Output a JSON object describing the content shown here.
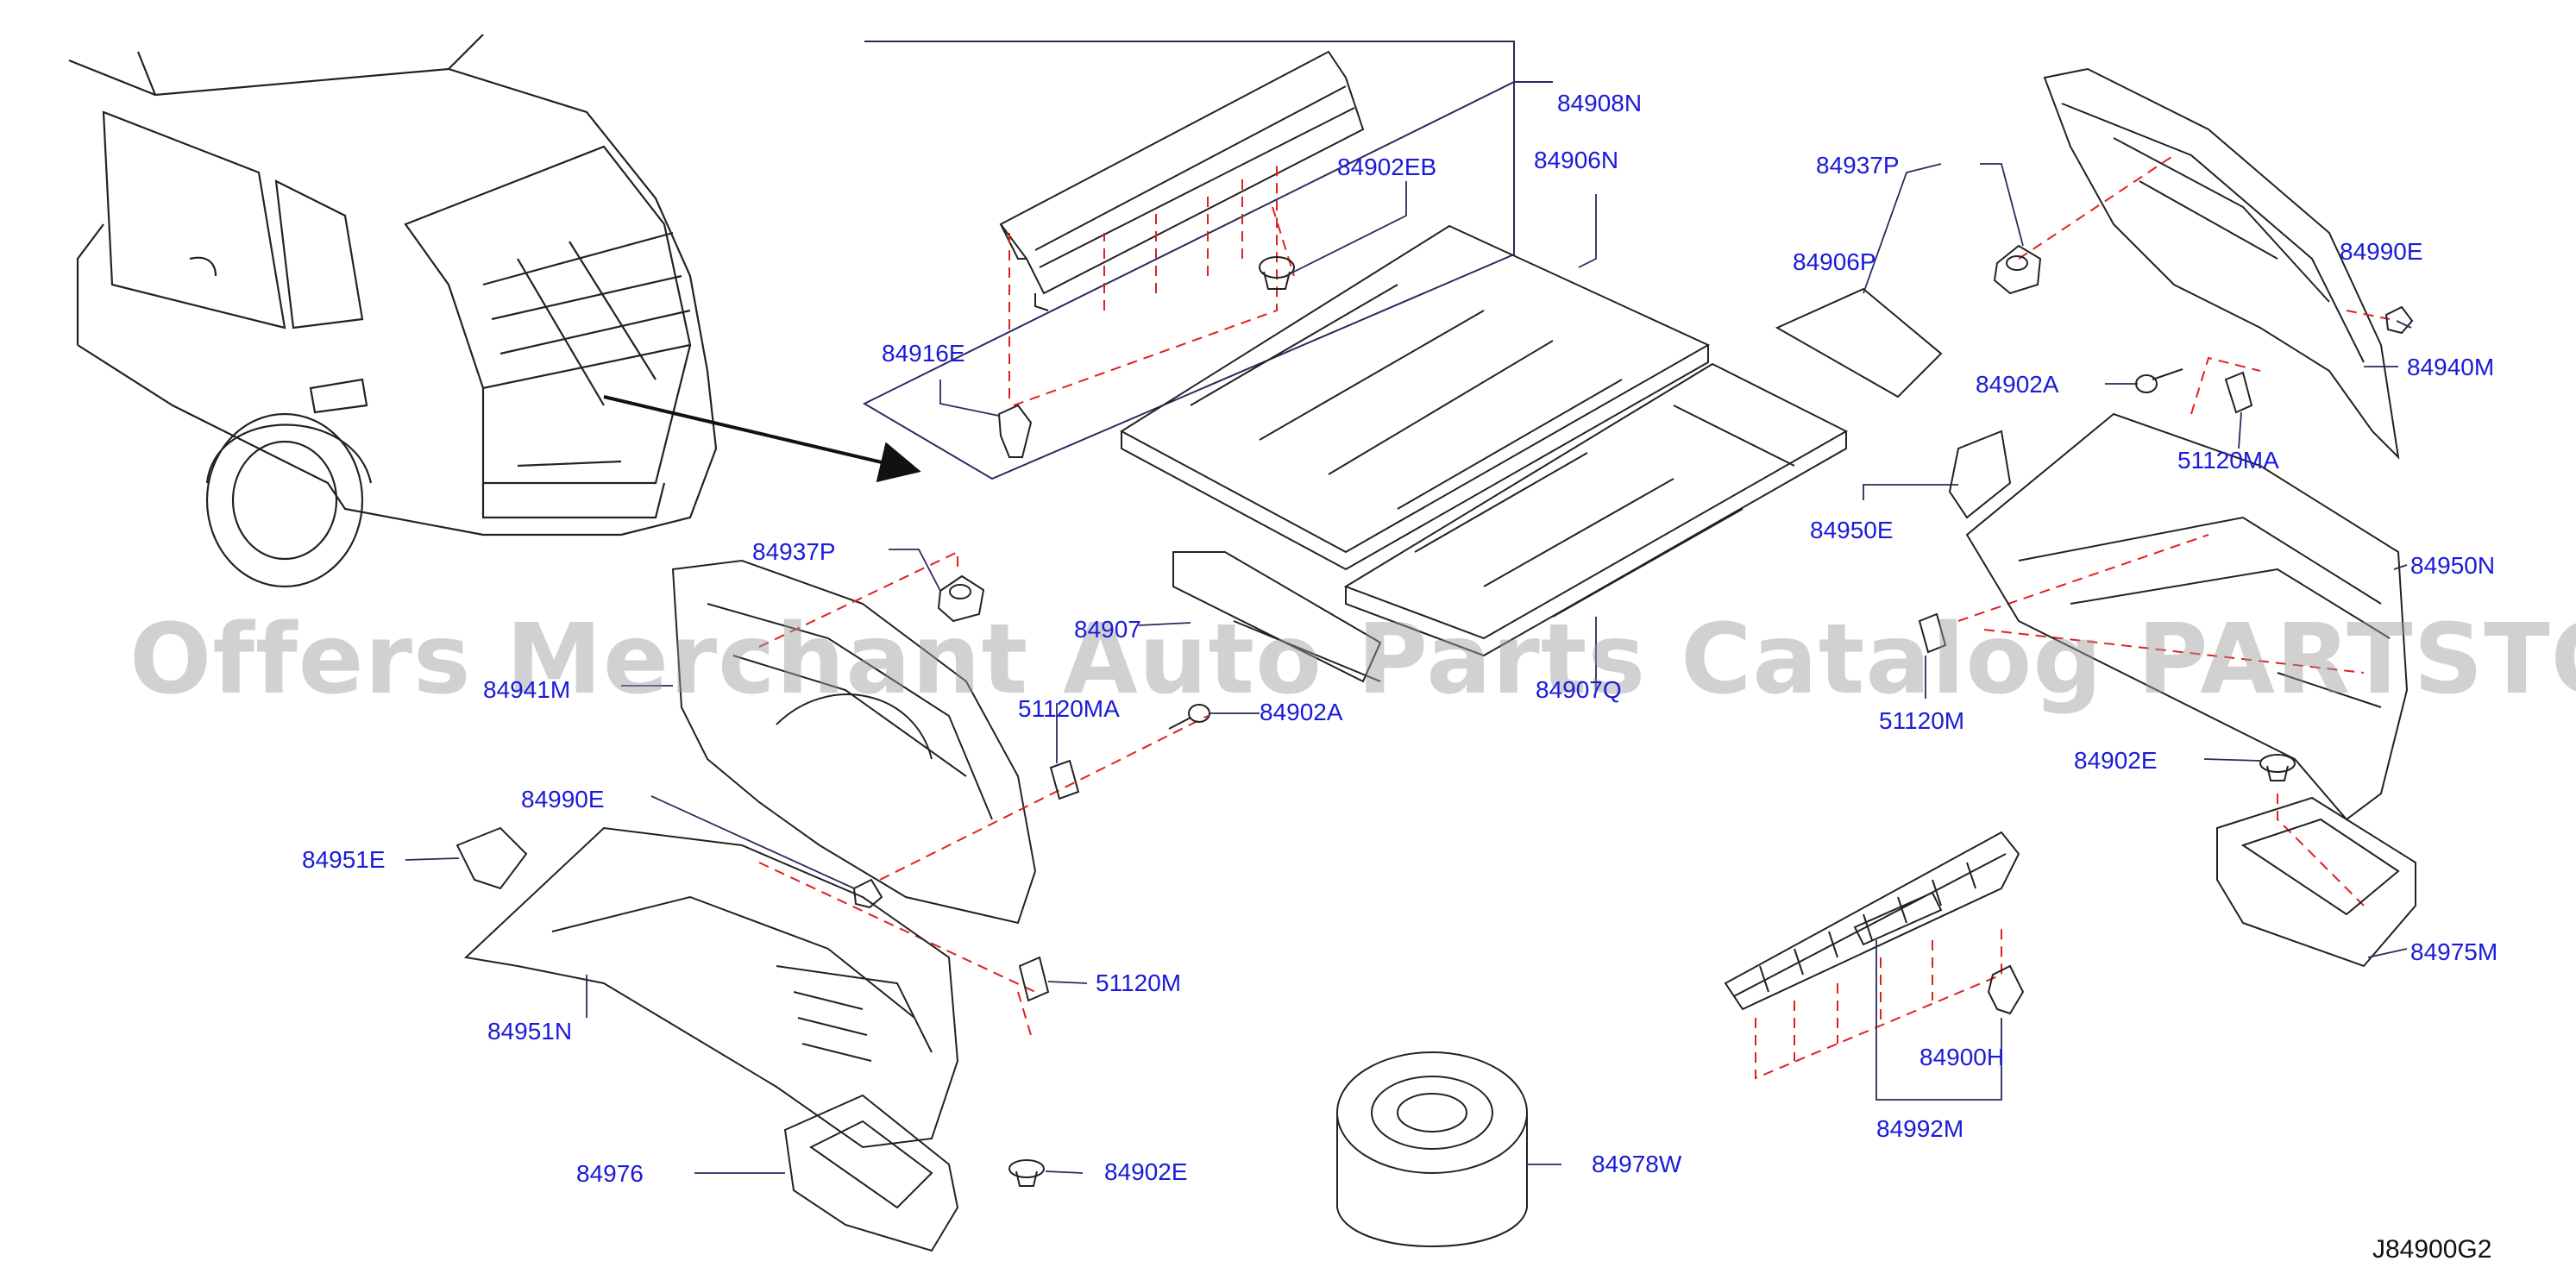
{
  "diagram": {
    "code": "J84900G2",
    "watermark": "Offers Merchant Auto Parts Catalog PARTSTORE.SA",
    "colors": {
      "callout": "#1a1ad8",
      "lines": "#2a2a60",
      "dashed": "#e02020",
      "drawing": "#222222"
    },
    "labels": {
      "p84908N": "84908N",
      "p84902EB": "84902EB",
      "p84906N": "84906N",
      "p84916E": "84916E",
      "p84937P_right": "84937P",
      "p84906P": "84906P",
      "p84990E_right": "84990E",
      "p84940M": "84940M",
      "p84902A_right": "84902A",
      "p51120MA_right": "51120MA",
      "p84950E": "84950E",
      "p84950N": "84950N",
      "p84937P_left": "84937P",
      "p84907": "84907",
      "p84941M": "84941M",
      "p84907Q": "84907Q",
      "p51120M_right": "51120M",
      "p51120MA_left": "51120MA",
      "p84902A_left": "84902A",
      "p84902E_right": "84902E",
      "p84990E_left": "84990E",
      "p84951E": "84951E",
      "p51120M_left": "51120M",
      "p84975M": "84975M",
      "p84951N": "84951N",
      "p84900H": "84900H",
      "p84992M": "84992M",
      "p84976": "84976",
      "p84902E_left": "84902E",
      "p84978W": "84978W"
    }
  }
}
